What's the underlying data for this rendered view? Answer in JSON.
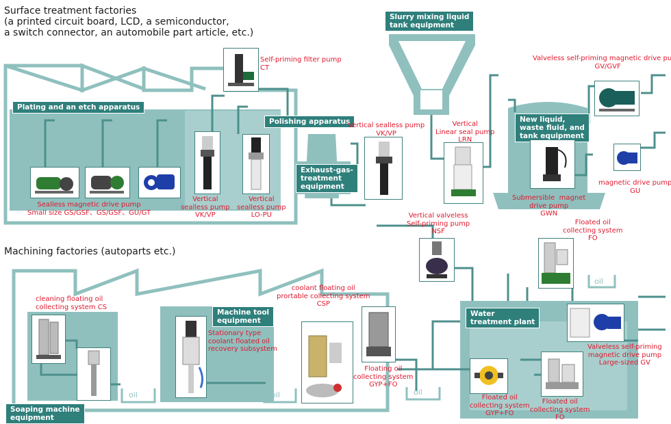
{
  "headings": {
    "surface": "Surface treatment factories\n(a printed circuit board, LCD, a semiconductor,\na switch connector, an automobile part article, etc.)",
    "machining": "Machining factories (autoparts etc.)"
  },
  "tags": {
    "plating": "Plating and an etch apparatus",
    "polishing": "Polishing apparatus",
    "exhaust": "Exhaust-gas-\ntreatment\nequipment",
    "slurry": "Slurry mixing liquid\ntank equipment",
    "new_liquid": "New liquid,\nwaste fluid, and\ntank equipment",
    "machine_tool": "Machine tool\nequipment",
    "water": "Water\ntreatment plant",
    "soaping": "Soaping machine\nequipment"
  },
  "labels": {
    "ct": "Self-priming filter pump\nCT",
    "sealless_mag": "Sealless magnetic drive pump\nSmall size GS/GSF、GS/GSF、GU/GT",
    "vk_vp_left": "Vertical\nsealless pump\nVK/VP",
    "lo_pu": "Vertical\nsealless pump\nLO-PU",
    "vk_vp_mid": "Vertical sealless pump\nVK/VP",
    "lrn": "Vertical\nLinear seal pump\nLRN",
    "gv_gvf": "Valveless self-priming magnetic drive pump\nGV/GVF",
    "gu": "magnetic drive pump\nGU",
    "gwn": "Submersible  magnet\ndrive pump\nGWN",
    "nsf": "Vertical valveless\nSelf-priming pump\nNSF",
    "fo_top": "Floated oil\ncollecting system\nFO",
    "cs": "cleaning floating oil\ncollecting system CS",
    "stationary": "Stationary type\ncoolant floated oil\nrecovery subsystem",
    "csp": "coolant floating oil\nprortable collecting system\nCSP",
    "gyp_fo_mid": "Floating oil\ncollecting system\nGYP+FO",
    "gyp_fo_low": "Floated oil\ncollecting system\nGYP+FO",
    "fo_low": "Floated oil\ncollecting system\nFO",
    "gv_large": "Valveless self-priming\nmagnetic drive pump\nLarge-sized GV"
  },
  "oil_label": "oil",
  "colors": {
    "teal_light": "#8fc0be",
    "teal_dark": "#2f7f7b",
    "pipe": "#4d8f8c",
    "label_red": "#e0182d"
  }
}
